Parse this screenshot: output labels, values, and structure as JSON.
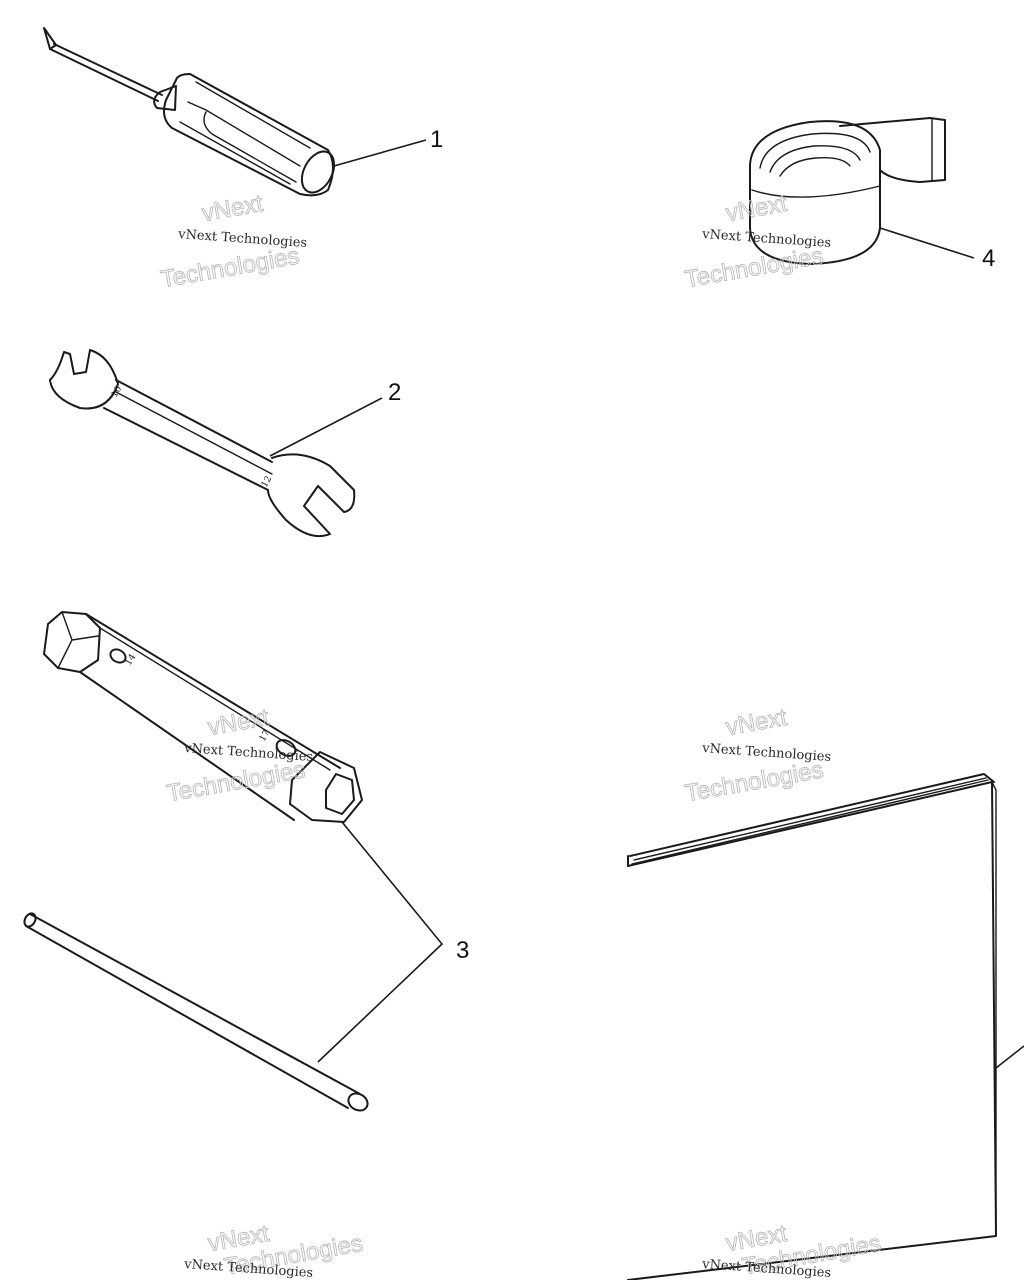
{
  "callouts": {
    "item_1": "1",
    "item_2": "2",
    "item_3": "3",
    "item_4": "4"
  },
  "wrench_markings": {
    "small_end": "10",
    "large_end": "12"
  },
  "socket_markings": {
    "top_end": "14",
    "bottom_end": "17"
  },
  "watermark": {
    "line_small": "vNext Technologies",
    "word_1": "vNext",
    "word_2": "Technologies"
  },
  "colors": {
    "line_art": "#1a1a1a",
    "watermark_outline": "#bcbcbc",
    "background": "#ffffff"
  }
}
